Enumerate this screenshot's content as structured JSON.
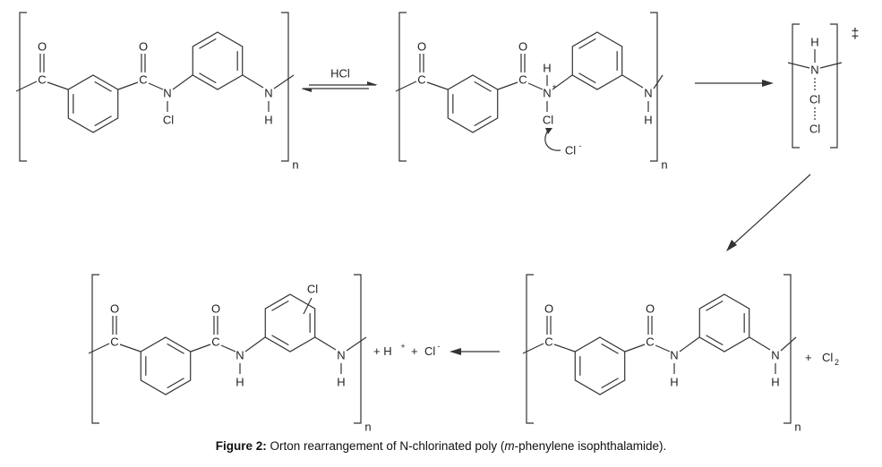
{
  "atoms": {
    "O": "O",
    "C": "C",
    "N": "N",
    "Cl": "Cl",
    "H": "H",
    "n": "n",
    "plus": "+",
    "minus": "-"
  },
  "reaction": {
    "reagent": "HCl",
    "chloride_ion": "Cl",
    "ts_symbol": "‡",
    "byproducts_left": "+ H",
    "byproducts_plus": "+",
    "byproducts_cl": "Cl",
    "byproduct_right_plus": "+",
    "byproduct_right": "Cl",
    "subscript_2": "2"
  },
  "caption": {
    "label": "Figure 2:",
    "text_before": " Orton rearrangement of N-chlorinated poly (",
    "italic": "m",
    "text_after": "-phenylene isophthalamide)."
  },
  "colors": {
    "ink": "#333333"
  }
}
